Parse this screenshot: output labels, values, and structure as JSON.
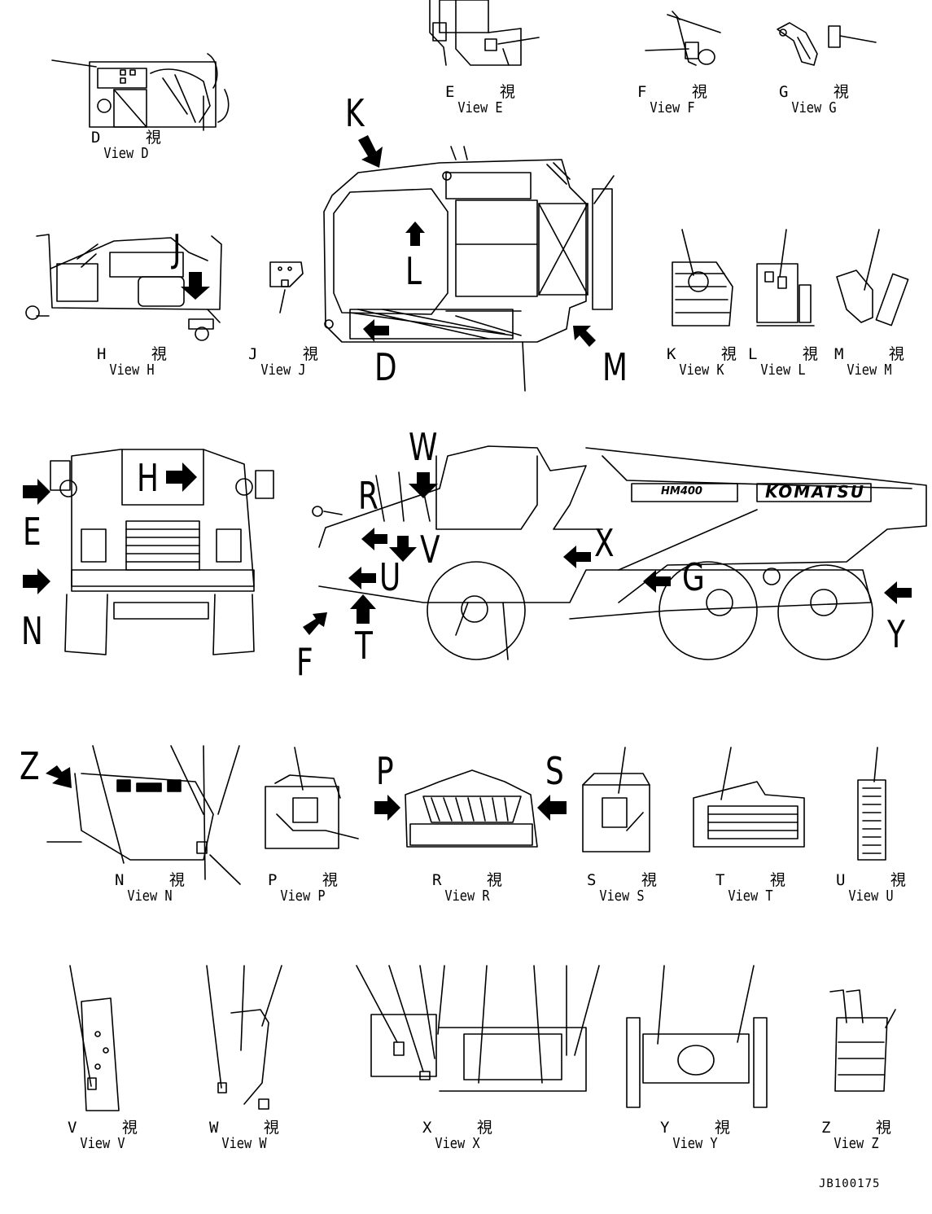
{
  "document": {
    "id": "JB100175"
  },
  "brand": {
    "name": "KOMATSU",
    "model": "HM400"
  },
  "callouts": [
    "D",
    "E",
    "F",
    "G",
    "H",
    "J",
    "K",
    "L",
    "M",
    "N",
    "P",
    "R",
    "S",
    "T",
    "U",
    "V",
    "W",
    "X",
    "Y",
    "Z"
  ],
  "views": {
    "D": {
      "jp": "D 視",
      "en": "View D"
    },
    "E": {
      "jp": "E 視",
      "en": "View E"
    },
    "F": {
      "jp": "F 視",
      "en": "View F"
    },
    "G": {
      "jp": "G 視",
      "en": "View G"
    },
    "H": {
      "jp": "H 視",
      "en": "View H"
    },
    "J": {
      "jp": "J 視",
      "en": "View J"
    },
    "K": {
      "jp": "K 視",
      "en": "View K"
    },
    "L": {
      "jp": "L 視",
      "en": "View L"
    },
    "M": {
      "jp": "M 視",
      "en": "View M"
    },
    "N": {
      "jp": "N 視",
      "en": "View N"
    },
    "P": {
      "jp": "P 視",
      "en": "View P"
    },
    "R": {
      "jp": "R 視",
      "en": "View R"
    },
    "S": {
      "jp": "S 視",
      "en": "View S"
    },
    "T": {
      "jp": "T 視",
      "en": "View T"
    },
    "U": {
      "jp": "U 視",
      "en": "View U"
    },
    "V": {
      "jp": "V 視",
      "en": "View V"
    },
    "W": {
      "jp": "W 視",
      "en": "View W"
    },
    "X": {
      "jp": "X 視",
      "en": "View X"
    },
    "Y": {
      "jp": "Y 視",
      "en": "View Y"
    },
    "Z": {
      "jp": "Z 視",
      "en": "View Z"
    }
  },
  "colors": {
    "ink": "#000000",
    "paper": "#ffffff"
  }
}
